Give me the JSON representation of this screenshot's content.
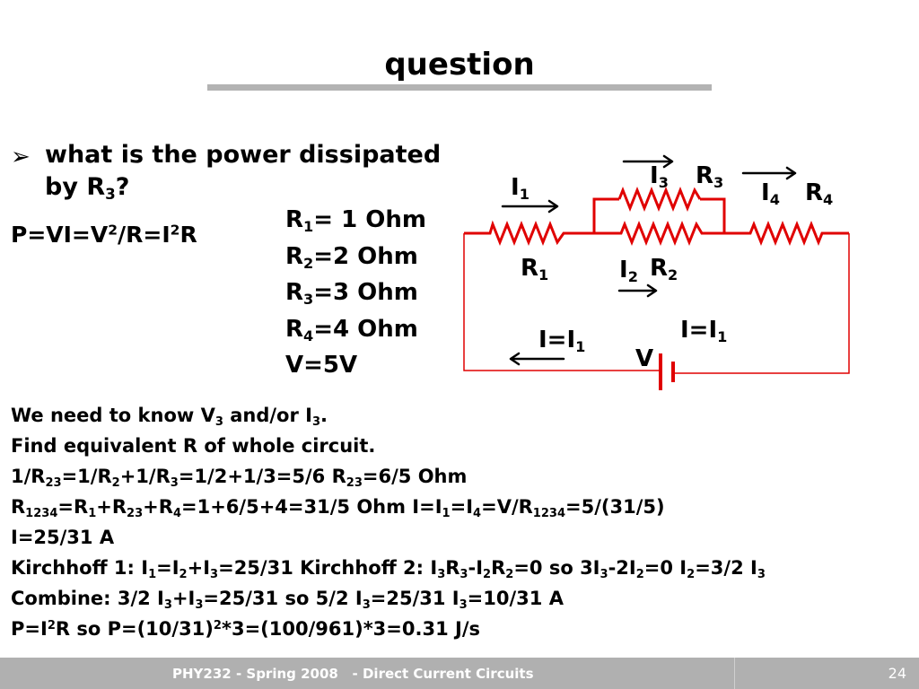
{
  "slide": {
    "title": "question",
    "bullet_symbol": "➢",
    "question": {
      "text": "what is the power dissipated by R",
      "sub": "3",
      "end": "?"
    },
    "formula": {
      "a": "P=VI=V",
      "sup1": "2",
      "b": "/R=I",
      "sup2": "2",
      "c": "R"
    }
  },
  "values": [
    {
      "label": "R",
      "sub": "1",
      "text": "= 1 Ohm"
    },
    {
      "label": "R",
      "sub": "2",
      "text": "=2 Ohm"
    },
    {
      "label": "R",
      "sub": "3",
      "text": "=3 Ohm"
    },
    {
      "label": "R",
      "sub": "4",
      "text": "=4 Ohm"
    },
    {
      "label": "V=5V",
      "sub": "",
      "text": ""
    }
  ],
  "circuit": {
    "wire_color": "#e00000",
    "labels": {
      "i1": {
        "main": "I",
        "sub": "1"
      },
      "i3": {
        "main": "I",
        "sub": "3"
      },
      "r3": {
        "main": "R",
        "sub": "3"
      },
      "i4": {
        "main": "I",
        "sub": "4"
      },
      "r4": {
        "main": "R",
        "sub": "4"
      },
      "r1": {
        "main": "R",
        "sub": "1"
      },
      "i2": {
        "main": "I",
        "sub": "2"
      },
      "r2": {
        "main": "R",
        "sub": "2"
      },
      "ieq_left": {
        "main": "I=I",
        "sub": "1"
      },
      "ieq_right": {
        "main": "I=I",
        "sub": "1"
      },
      "v": {
        "main": "V",
        "sub": ""
      }
    }
  },
  "solution": [
    [
      {
        "t": "We need to know V"
      },
      {
        "s": "3"
      },
      {
        "t": " and/or I"
      },
      {
        "s": "3"
      },
      {
        "t": "."
      }
    ],
    [
      {
        "t": "Find equivalent R of whole circuit."
      }
    ],
    [
      {
        "t": "1/R"
      },
      {
        "s": "23"
      },
      {
        "t": "=1/R"
      },
      {
        "s": "2"
      },
      {
        "t": "+1/R"
      },
      {
        "s": "3"
      },
      {
        "t": "=1/2+1/3=5/6  R"
      },
      {
        "s": "23"
      },
      {
        "t": "=6/5 Ohm"
      }
    ],
    [
      {
        "t": "R"
      },
      {
        "s": "1234"
      },
      {
        "t": "=R"
      },
      {
        "s": "1"
      },
      {
        "t": "+R"
      },
      {
        "s": "23"
      },
      {
        "t": "+R"
      },
      {
        "s": "4"
      },
      {
        "t": "=1+6/5+4=31/5 Ohm  I=I"
      },
      {
        "s": "1"
      },
      {
        "t": "=I"
      },
      {
        "s": "4"
      },
      {
        "t": "=V/R"
      },
      {
        "s": "1234"
      },
      {
        "t": "=5/(31/5)"
      }
    ],
    [
      {
        "t": "I=25/31 A"
      }
    ],
    [
      {
        "t": "Kirchhoff 1: I"
      },
      {
        "s": "1"
      },
      {
        "t": "=I"
      },
      {
        "s": "2"
      },
      {
        "t": "+I"
      },
      {
        "s": "3"
      },
      {
        "t": "=25/31  Kirchhoff 2: I"
      },
      {
        "s": "3"
      },
      {
        "t": "R"
      },
      {
        "s": "3"
      },
      {
        "t": "-I"
      },
      {
        "s": "2"
      },
      {
        "t": "R"
      },
      {
        "s": "2"
      },
      {
        "t": "=0 so 3I"
      },
      {
        "s": "3"
      },
      {
        "t": "-2I"
      },
      {
        "s": "2"
      },
      {
        "t": "=0 I"
      },
      {
        "s": "2"
      },
      {
        "t": "=3/2 I"
      },
      {
        "s": "3"
      }
    ],
    [
      {
        "t": "Combine: 3/2 I"
      },
      {
        "s": "3"
      },
      {
        "t": "+I"
      },
      {
        "s": "3"
      },
      {
        "t": "=25/31  so 5/2 I"
      },
      {
        "s": "3"
      },
      {
        "t": "=25/31 I"
      },
      {
        "s": "3"
      },
      {
        "t": "=10/31 A"
      }
    ],
    [
      {
        "t": "P=I"
      },
      {
        "p": "2"
      },
      {
        "t": "R  so P=(10/31)"
      },
      {
        "p": "2"
      },
      {
        "t": "*3=(100/961)*3=0.31 J/s"
      }
    ]
  ],
  "footer": {
    "text": "PHY232 - Spring 2008   - Direct Current Circuits",
    "page": "24"
  }
}
